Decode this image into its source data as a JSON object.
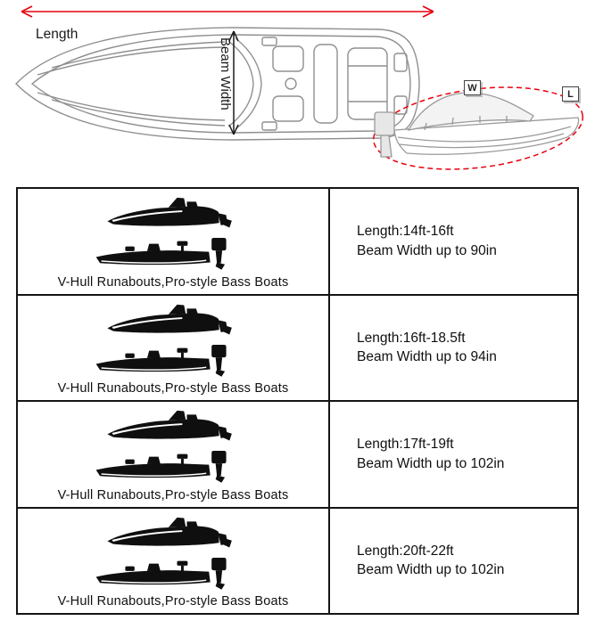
{
  "colors": {
    "arrow_red": "#e8000d",
    "ink": "#1a1a1a",
    "line_gray": "#8f8f8f",
    "silhouette": "#0f0f0f"
  },
  "top_diagram": {
    "length_label": "Length",
    "beam_width_label": "Beam Width"
  },
  "cover_diagram": {
    "width_tag": "W",
    "length_tag": "L"
  },
  "table": {
    "rows": [
      {
        "caption": "V-Hull Runabouts,Pro-style Bass Boats",
        "length": "Length:14ft-16ft",
        "beam": "Beam Width up to 90in"
      },
      {
        "caption": "V-Hull Runabouts,Pro-style Bass Boats",
        "length": "Length:16ft-18.5ft",
        "beam": "Beam Width up to 94in"
      },
      {
        "caption": "V-Hull Runabouts,Pro-style Bass Boats",
        "length": "Length:17ft-19ft",
        "beam": "Beam Width up to 102in"
      },
      {
        "caption": "V-Hull Runabouts,Pro-style Bass Boats",
        "length": "Length:20ft-22ft",
        "beam": "Beam Width up to 102in"
      }
    ]
  }
}
